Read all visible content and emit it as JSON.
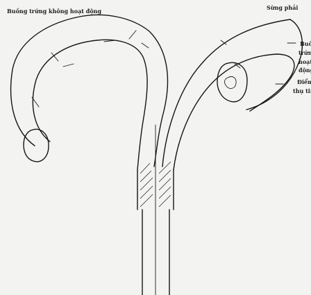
{
  "labels": {
    "left_ovary": "Buồng trứng không hoạt động",
    "right_horn": "Sừng phải",
    "right_ovary_line1": "Buồng",
    "right_ovary_line2": "trứng",
    "right_ovary_line3": "hoạt",
    "right_ovary_line4": "động",
    "ovulation_point_line1": "Điểm",
    "ovulation_point_line2": "thụ tinh"
  }
}
